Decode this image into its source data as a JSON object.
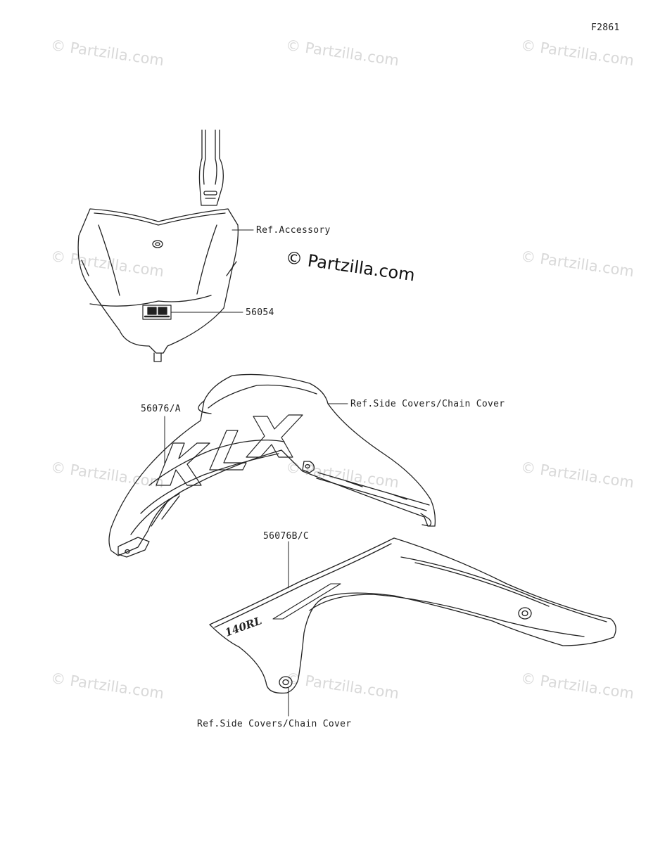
{
  "figure_code": "F2861",
  "watermark": "© Partzilla.com",
  "main_watermark": "© Partzilla.com",
  "callouts": {
    "ref_accessory": "Ref.Accessory",
    "part_56054": "56054",
    "part_56076a": "56076/A",
    "ref_side_covers_top": "Ref.Side Covers/Chain Cover",
    "part_56076bc": "56076B/C",
    "ref_side_covers_bottom": "Ref.Side Covers/Chain Cover"
  },
  "logos": {
    "shroud_left": "KLX",
    "shroud_right": "140RL"
  }
}
